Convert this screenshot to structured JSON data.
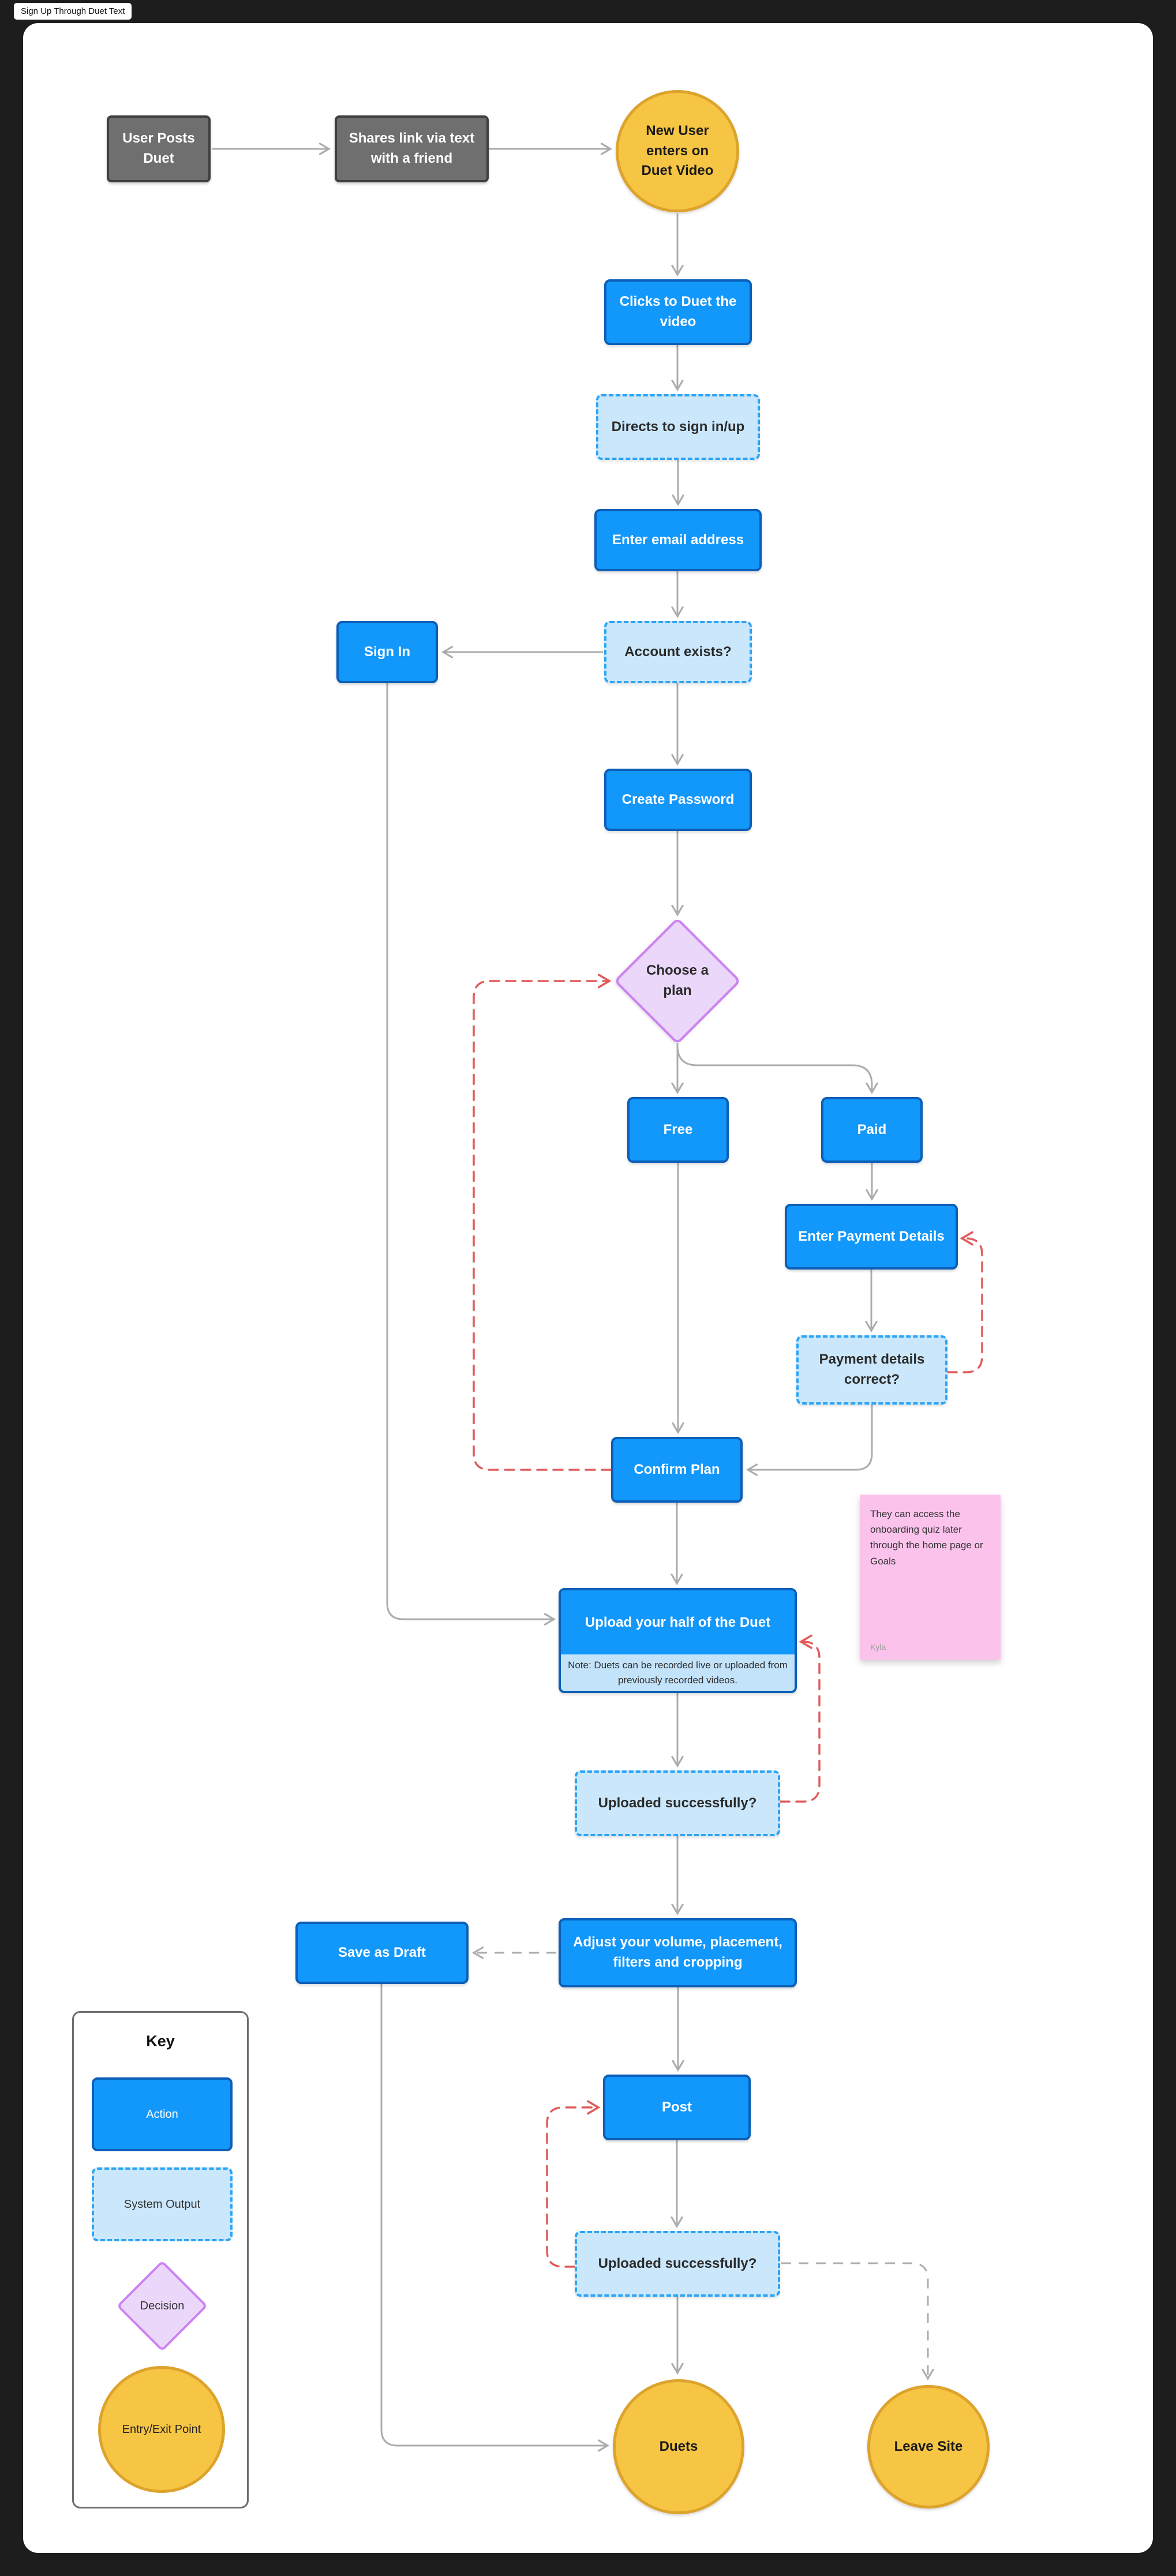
{
  "title_tag": "Sign Up Through Duet Text",
  "colors": {
    "action_fill": "#1297fb",
    "action_border": "#0c5fb8",
    "system_output_fill": "#cbe7fb",
    "system_output_border": "#2ba4f6",
    "decision_fill": "#ebd7f9",
    "decision_border": "#cc82f1",
    "entry_exit_fill": "#f6c544",
    "entry_exit_border": "#dda32c",
    "gray_process_fill": "#6f6f6f",
    "connector_gray": "#acacac",
    "connector_red": "#e05c5c",
    "sticky_fill": "#fbc3ec",
    "canvas": "#ffffff",
    "backdrop": "#1d1d1d"
  },
  "nodes": {
    "user_posts": {
      "label": "User Posts Duet",
      "type": "gray-process"
    },
    "shares_link": {
      "label": "Shares link via text with a friend",
      "type": "gray-process"
    },
    "new_user": {
      "label": "New User enters on Duet Video",
      "type": "entry-exit"
    },
    "clicks_duet": {
      "label": "Clicks to Duet the video",
      "type": "action"
    },
    "directs_sign": {
      "label": "Directs to sign in/up",
      "type": "system-output"
    },
    "enter_email": {
      "label": "Enter email address",
      "type": "action"
    },
    "sign_in": {
      "label": "Sign In",
      "type": "action"
    },
    "account_exists": {
      "label": "Account exists?",
      "type": "system-output"
    },
    "create_password": {
      "label": "Create Password",
      "type": "action"
    },
    "choose_plan": {
      "label": "Choose a plan",
      "type": "decision"
    },
    "free": {
      "label": "Free",
      "type": "action"
    },
    "paid": {
      "label": "Paid",
      "type": "action"
    },
    "enter_payment": {
      "label": "Enter Payment Details",
      "type": "action"
    },
    "payment_correct": {
      "label": "Payment details correct?",
      "type": "system-output"
    },
    "confirm_plan": {
      "label": "Confirm Plan",
      "type": "action"
    },
    "upload_half": {
      "label": "Upload your half of  the Duet",
      "note": "Note: Duets can be recorded live or uploaded from previously recorded videos.",
      "type": "action"
    },
    "uploaded_1": {
      "label": "Uploaded successfully?",
      "type": "system-output"
    },
    "adjust": {
      "label": "Adjust your volume, placement, filters and cropping",
      "type": "action"
    },
    "save_draft": {
      "label": "Save as Draft",
      "type": "action"
    },
    "post": {
      "label": "Post",
      "type": "action"
    },
    "uploaded_2": {
      "label": "Uploaded successfully?",
      "type": "system-output"
    },
    "duets": {
      "label": "Duets",
      "type": "entry-exit"
    },
    "leave_site": {
      "label": "Leave Site",
      "type": "entry-exit"
    }
  },
  "sticky_note": {
    "text": "They can access the onboarding quiz later through the home page or Goals",
    "author": "Kyla"
  },
  "key": {
    "title": "Key",
    "items": [
      {
        "label": "Action",
        "type": "action"
      },
      {
        "label": "System Output",
        "type": "system-output"
      },
      {
        "label": "Decision",
        "type": "decision"
      },
      {
        "label": "Entry/Exit Point",
        "type": "entry-exit"
      }
    ]
  },
  "edges": [
    {
      "from": "user_posts",
      "to": "shares_link",
      "style": "solid-gray"
    },
    {
      "from": "shares_link",
      "to": "new_user",
      "style": "solid-gray"
    },
    {
      "from": "new_user",
      "to": "clicks_duet",
      "style": "solid-gray"
    },
    {
      "from": "clicks_duet",
      "to": "directs_sign",
      "style": "solid-gray"
    },
    {
      "from": "directs_sign",
      "to": "enter_email",
      "style": "solid-gray"
    },
    {
      "from": "enter_email",
      "to": "account_exists",
      "style": "solid-gray"
    },
    {
      "from": "account_exists",
      "to": "sign_in",
      "style": "solid-gray"
    },
    {
      "from": "account_exists",
      "to": "create_password",
      "style": "solid-gray"
    },
    {
      "from": "create_password",
      "to": "choose_plan",
      "style": "solid-gray"
    },
    {
      "from": "choose_plan",
      "to": "free",
      "style": "solid-gray"
    },
    {
      "from": "choose_plan",
      "to": "paid",
      "style": "solid-gray"
    },
    {
      "from": "free",
      "to": "confirm_plan",
      "style": "solid-gray"
    },
    {
      "from": "paid",
      "to": "enter_payment",
      "style": "solid-gray"
    },
    {
      "from": "enter_payment",
      "to": "payment_correct",
      "style": "solid-gray"
    },
    {
      "from": "payment_correct",
      "to": "confirm_plan",
      "style": "solid-gray"
    },
    {
      "from": "confirm_plan",
      "to": "choose_plan",
      "style": "dashed-red"
    },
    {
      "from": "payment_correct",
      "to": "enter_payment",
      "style": "dashed-red"
    },
    {
      "from": "confirm_plan",
      "to": "upload_half",
      "style": "solid-gray"
    },
    {
      "from": "sign_in",
      "to": "upload_half",
      "style": "solid-gray"
    },
    {
      "from": "upload_half",
      "to": "uploaded_1",
      "style": "solid-gray"
    },
    {
      "from": "uploaded_1",
      "to": "upload_half",
      "style": "dashed-red"
    },
    {
      "from": "uploaded_1",
      "to": "adjust",
      "style": "solid-gray"
    },
    {
      "from": "adjust",
      "to": "save_draft",
      "style": "dashed-gray"
    },
    {
      "from": "adjust",
      "to": "post",
      "style": "solid-gray"
    },
    {
      "from": "post",
      "to": "uploaded_2",
      "style": "solid-gray"
    },
    {
      "from": "uploaded_2",
      "to": "post",
      "style": "dashed-red"
    },
    {
      "from": "uploaded_2",
      "to": "duets",
      "style": "solid-gray"
    },
    {
      "from": "uploaded_2",
      "to": "leave_site",
      "style": "dashed-gray"
    },
    {
      "from": "save_draft",
      "to": "duets",
      "style": "solid-gray"
    }
  ]
}
